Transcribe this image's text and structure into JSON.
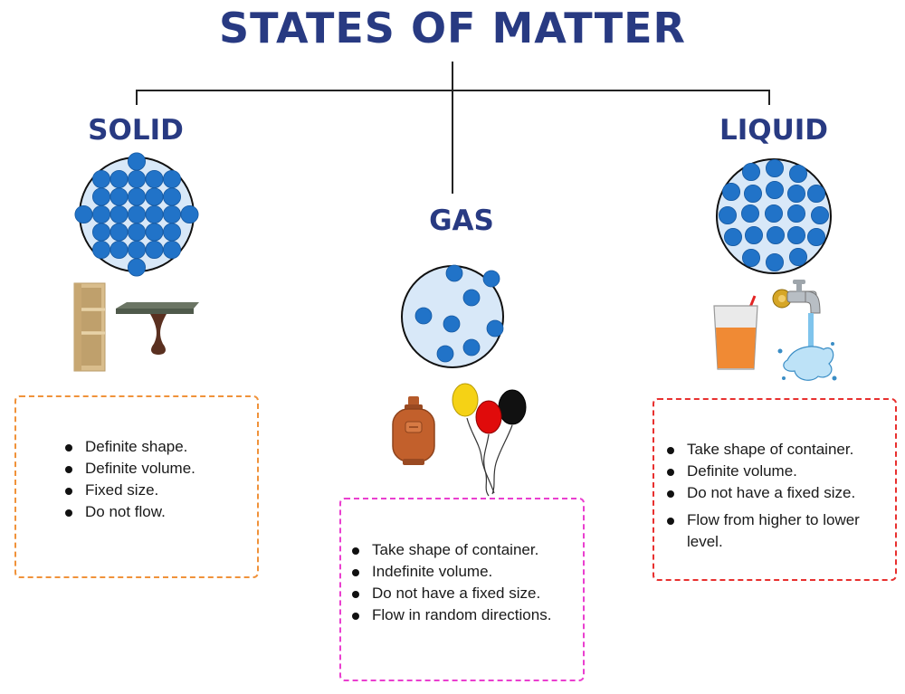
{
  "title": "STATES OF MATTER",
  "colors": {
    "heading": "#283a82",
    "particle": "#2173c8",
    "particle_bg": "#d8e8f8",
    "solid_border": "#f0923a",
    "gas_border": "#ea3fcf",
    "liquid_border": "#e8302f"
  },
  "states": {
    "solid": {
      "heading": "SOLID",
      "properties": [
        "Definite shape.",
        "Definite volume.",
        "Fixed size.",
        "Do not flow."
      ],
      "illustrations": [
        "bookshelf-icon",
        "table-icon"
      ]
    },
    "gas": {
      "heading": "GAS",
      "properties": [
        "Take shape of container.",
        "Indefinite volume.",
        "Do not have a fixed size.",
        "Flow in random directions."
      ],
      "illustrations": [
        "gas-cylinder-icon",
        "balloons-icon"
      ]
    },
    "liquid": {
      "heading": "LIQUID",
      "properties": [
        "Take shape of container.",
        "Definite volume.",
        "Do not have a fixed size.",
        "Flow from higher to lower level."
      ],
      "illustrations": [
        "juice-glass-icon",
        "water-tap-icon"
      ]
    }
  }
}
